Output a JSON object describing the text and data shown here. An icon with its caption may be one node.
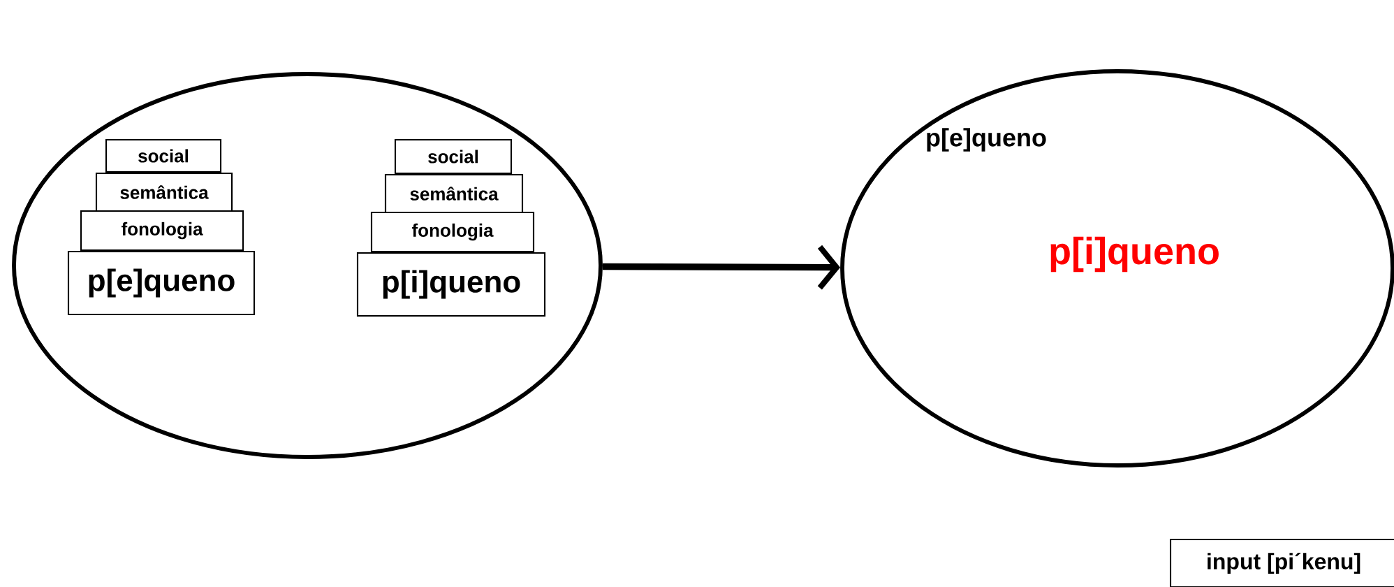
{
  "diagram": {
    "nodes": [
      {
        "text": [],
        "shape": "circle"
      },
      {
        "text": [
          "social"
        ],
        "in": 0
      },
      {
        "text": [
          "semântica"
        ],
        "in": 0
      },
      {
        "text": [
          "fonologia"
        ],
        "in": 0
      },
      {
        "text": [
          "p[e]queno"
        ],
        "in": 0
      },
      {
        "text": [
          "social"
        ],
        "in": 0
      },
      {
        "text": [
          "semântica"
        ],
        "in": 0
      },
      {
        "text": [
          "fonologia"
        ],
        "in": 0
      },
      {
        "text": [
          "p[i]queno"
        ],
        "in": 0
      },
      {
        "text": [
          "p[e]queno",
          "p[i]queno"
        ]
      },
      {
        "text": [
          "input [pi´kenu]"
        ]
      }
    ],
    "edges": [
      {
        "from": 0,
        "to": 9,
        "arrow": "to"
      }
    ]
  }
}
